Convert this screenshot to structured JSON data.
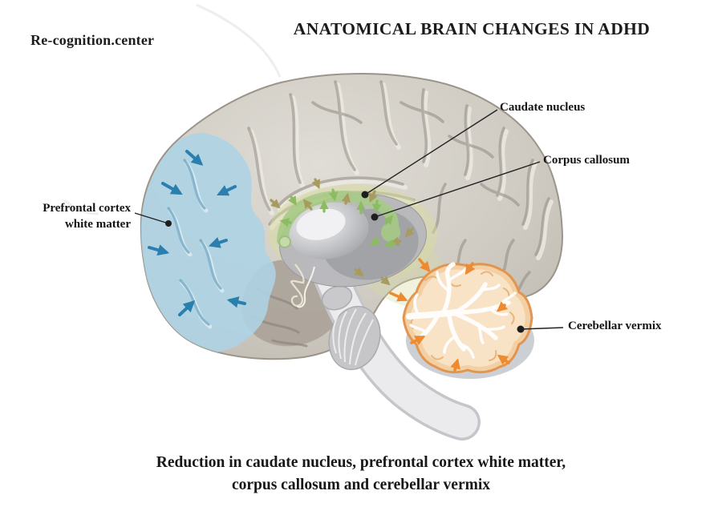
{
  "header": {
    "logo": "Re-cognition.center",
    "title": "ANATOMICAL BRAIN CHANGES IN ADHD"
  },
  "figure_labels": {
    "caudate_nucleus": "Caudate nucleus",
    "corpus_callosum": "Corpus callosum",
    "prefrontal_line1": "Prefrontal cortex",
    "prefrontal_line2": "white matter",
    "cerebellar_vermix": "Cerebellar vermix"
  },
  "caption": {
    "line1": "Reduction in caudate nucleus, prefrontal cortex white matter,",
    "line2": "corpus callosum and cerebellar vermix"
  },
  "colors": {
    "text": "#1b1b1b",
    "brain_gray": "#d2cec6",
    "brain_outline": "#9b948a",
    "prefrontal_highlight": "#aed3e4",
    "prefrontal_arrow": "#2b7fae",
    "corpus_highlight": "#a7cb85",
    "halo_green": "#d8db9e",
    "green_arrow": "#8cbb63",
    "olive_arrow": "#a79c5e",
    "cerebellum_fill": "#f3cfa4",
    "cerebellum_outline": "#e2954f",
    "orange_arrow": "#ee8a2f"
  }
}
